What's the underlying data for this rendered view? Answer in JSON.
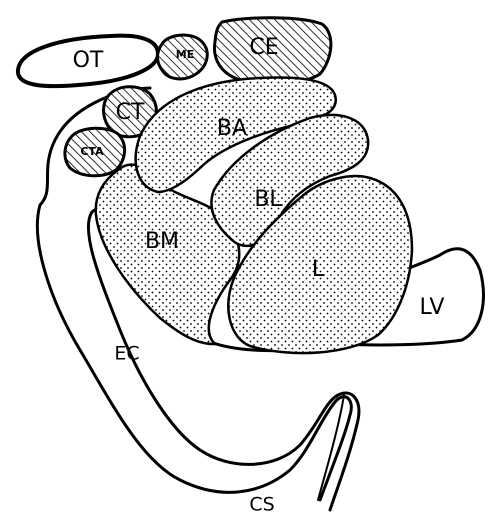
{
  "labels": {
    "ot": "OT",
    "me": "ME",
    "ce": "CE",
    "ct": "CT",
    "cta": "CTA",
    "ba": "BA",
    "bl": "BL",
    "bm": "BM",
    "l": "L",
    "lv": "LV",
    "ec": "EC",
    "cs": "CS"
  },
  "colors": {
    "ink": "#000000",
    "paper": "#ffffff"
  }
}
